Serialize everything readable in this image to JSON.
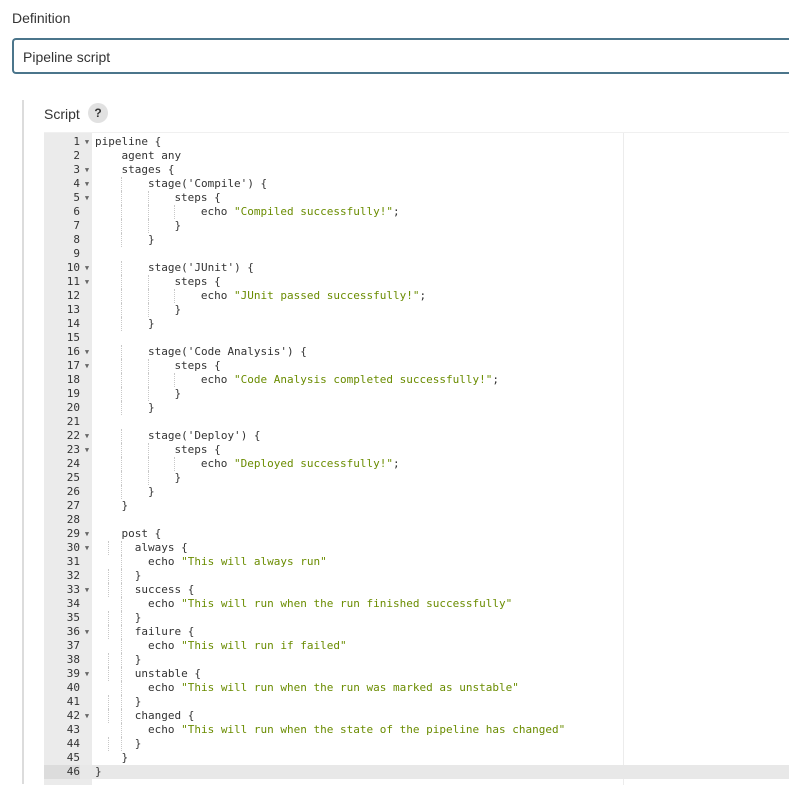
{
  "definition": {
    "label": "Definition",
    "selected_value": "Pipeline script"
  },
  "script": {
    "label": "Script",
    "help_icon": "?",
    "lines": [
      {
        "num": "1",
        "fold": true,
        "indent": 0,
        "code": "pipeline {"
      },
      {
        "num": "2",
        "fold": false,
        "indent": 4,
        "code": "agent any"
      },
      {
        "num": "3",
        "fold": true,
        "indent": 4,
        "code": "stages {"
      },
      {
        "num": "4",
        "fold": true,
        "indent": 8,
        "code": "stage('Compile') {"
      },
      {
        "num": "5",
        "fold": true,
        "indent": 12,
        "code": "steps {"
      },
      {
        "num": "6",
        "fold": false,
        "indent": 16,
        "code": "echo \"Compiled successfully!\";"
      },
      {
        "num": "7",
        "fold": false,
        "indent": 12,
        "code": "}"
      },
      {
        "num": "8",
        "fold": false,
        "indent": 8,
        "code": "}"
      },
      {
        "num": "9",
        "fold": false,
        "indent": 0,
        "code": ""
      },
      {
        "num": "10",
        "fold": true,
        "indent": 8,
        "code": "stage('JUnit') {"
      },
      {
        "num": "11",
        "fold": true,
        "indent": 12,
        "code": "steps {"
      },
      {
        "num": "12",
        "fold": false,
        "indent": 16,
        "code": "echo \"JUnit passed successfully!\";"
      },
      {
        "num": "13",
        "fold": false,
        "indent": 12,
        "code": "}"
      },
      {
        "num": "14",
        "fold": false,
        "indent": 8,
        "code": "}"
      },
      {
        "num": "15",
        "fold": false,
        "indent": 0,
        "code": ""
      },
      {
        "num": "16",
        "fold": true,
        "indent": 8,
        "code": "stage('Code Analysis') {"
      },
      {
        "num": "17",
        "fold": true,
        "indent": 12,
        "code": "steps {"
      },
      {
        "num": "18",
        "fold": false,
        "indent": 16,
        "code": "echo \"Code Analysis completed successfully!\";"
      },
      {
        "num": "19",
        "fold": false,
        "indent": 12,
        "code": "}"
      },
      {
        "num": "20",
        "fold": false,
        "indent": 8,
        "code": "}"
      },
      {
        "num": "21",
        "fold": false,
        "indent": 0,
        "code": ""
      },
      {
        "num": "22",
        "fold": true,
        "indent": 8,
        "code": "stage('Deploy') {"
      },
      {
        "num": "23",
        "fold": true,
        "indent": 12,
        "code": "steps {"
      },
      {
        "num": "24",
        "fold": false,
        "indent": 16,
        "code": "echo \"Deployed successfully!\";"
      },
      {
        "num": "25",
        "fold": false,
        "indent": 12,
        "code": "}"
      },
      {
        "num": "26",
        "fold": false,
        "indent": 8,
        "code": "}"
      },
      {
        "num": "27",
        "fold": false,
        "indent": 4,
        "code": "}"
      },
      {
        "num": "28",
        "fold": false,
        "indent": 0,
        "code": ""
      },
      {
        "num": "29",
        "fold": true,
        "indent": 4,
        "code": "post {"
      },
      {
        "num": "30",
        "fold": true,
        "indent": 6,
        "code": "always {"
      },
      {
        "num": "31",
        "fold": false,
        "indent": 8,
        "code": "echo \"This will always run\""
      },
      {
        "num": "32",
        "fold": false,
        "indent": 6,
        "code": "}"
      },
      {
        "num": "33",
        "fold": true,
        "indent": 6,
        "code": "success {"
      },
      {
        "num": "34",
        "fold": false,
        "indent": 8,
        "code": "echo \"This will run when the run finished successfully\""
      },
      {
        "num": "35",
        "fold": false,
        "indent": 6,
        "code": "}"
      },
      {
        "num": "36",
        "fold": true,
        "indent": 6,
        "code": "failure {"
      },
      {
        "num": "37",
        "fold": false,
        "indent": 8,
        "code": "echo \"This will run if failed\""
      },
      {
        "num": "38",
        "fold": false,
        "indent": 6,
        "code": "}"
      },
      {
        "num": "39",
        "fold": true,
        "indent": 6,
        "code": "unstable {"
      },
      {
        "num": "40",
        "fold": false,
        "indent": 8,
        "code": "echo \"This will run when the run was marked as unstable\""
      },
      {
        "num": "41",
        "fold": false,
        "indent": 6,
        "code": "}"
      },
      {
        "num": "42",
        "fold": true,
        "indent": 6,
        "code": "changed {"
      },
      {
        "num": "43",
        "fold": false,
        "indent": 8,
        "code": "echo \"This will run when the state of the pipeline has changed\""
      },
      {
        "num": "44",
        "fold": false,
        "indent": 6,
        "code": "}"
      },
      {
        "num": "45",
        "fold": false,
        "indent": 4,
        "code": "}"
      },
      {
        "num": "46",
        "fold": false,
        "indent": 0,
        "code": "}",
        "active": true
      }
    ]
  },
  "colors": {
    "select_border": "#4b758b",
    "string": "#6a8c00",
    "gutter": "#ebebeb"
  },
  "icons": {
    "fold_marker": "chevron-down-icon",
    "help": "help-icon"
  }
}
